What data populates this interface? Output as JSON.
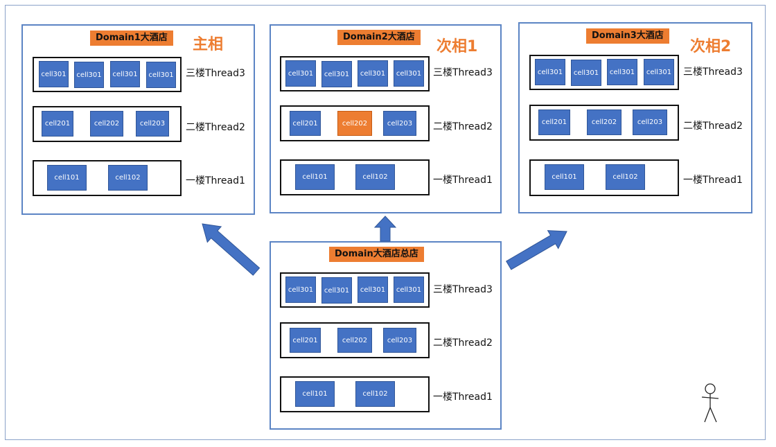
{
  "colors": {
    "cell": "#4472c4",
    "cell_highlight": "#ed7d31",
    "title_bg": "#ed7d31",
    "role_text": "#ed7d31",
    "border": "#5b84c4"
  },
  "domains": {
    "d1": {
      "title": "Domain1大酒店",
      "role": "主相",
      "f3": {
        "label": "三楼Thread3",
        "cells": [
          "cell301",
          "cell301",
          "cell301",
          "cell301"
        ]
      },
      "f2": {
        "label": "二楼Thread2",
        "cells": [
          "cell201",
          "cell202",
          "cell203"
        ]
      },
      "f1": {
        "label": "一楼Thread1",
        "cells": [
          "cell101",
          "cell102"
        ]
      }
    },
    "d2": {
      "title": "Domain2大酒店",
      "role": "次相1",
      "f3": {
        "label": "三楼Thread3",
        "cells": [
          "cell301",
          "cell301",
          "cell301",
          "cell301"
        ]
      },
      "f2": {
        "label": "二楼Thread2",
        "cells": [
          "cell201",
          "cell202",
          "cell203"
        ]
      },
      "f1": {
        "label": "一楼Thread1",
        "cells": [
          "cell101",
          "cell102"
        ]
      }
    },
    "d3": {
      "title": "Domain3大酒店",
      "role": "次相2",
      "f3": {
        "label": "三楼Thread3",
        "cells": [
          "cell301",
          "cell301",
          "cell301",
          "cell301"
        ]
      },
      "f2": {
        "label": "二楼Thread2",
        "cells": [
          "cell201",
          "cell202",
          "cell203"
        ]
      },
      "f1": {
        "label": "一楼Thread1",
        "cells": [
          "cell101",
          "cell102"
        ]
      }
    },
    "main": {
      "title": "Domain大酒店总店",
      "f3": {
        "label": "三楼Thread3",
        "cells": [
          "cell301",
          "cell301",
          "cell301",
          "cell301"
        ]
      },
      "f2": {
        "label": "二楼Thread2",
        "cells": [
          "cell201",
          "cell202",
          "cell203"
        ]
      },
      "f1": {
        "label": "一楼Thread1",
        "cells": [
          "cell101",
          "cell102"
        ]
      }
    }
  },
  "highlighted_cell": "d2.f2.cell202",
  "icons": {
    "person": "stick-figure-icon",
    "arrows": "block-arrow-icon"
  }
}
